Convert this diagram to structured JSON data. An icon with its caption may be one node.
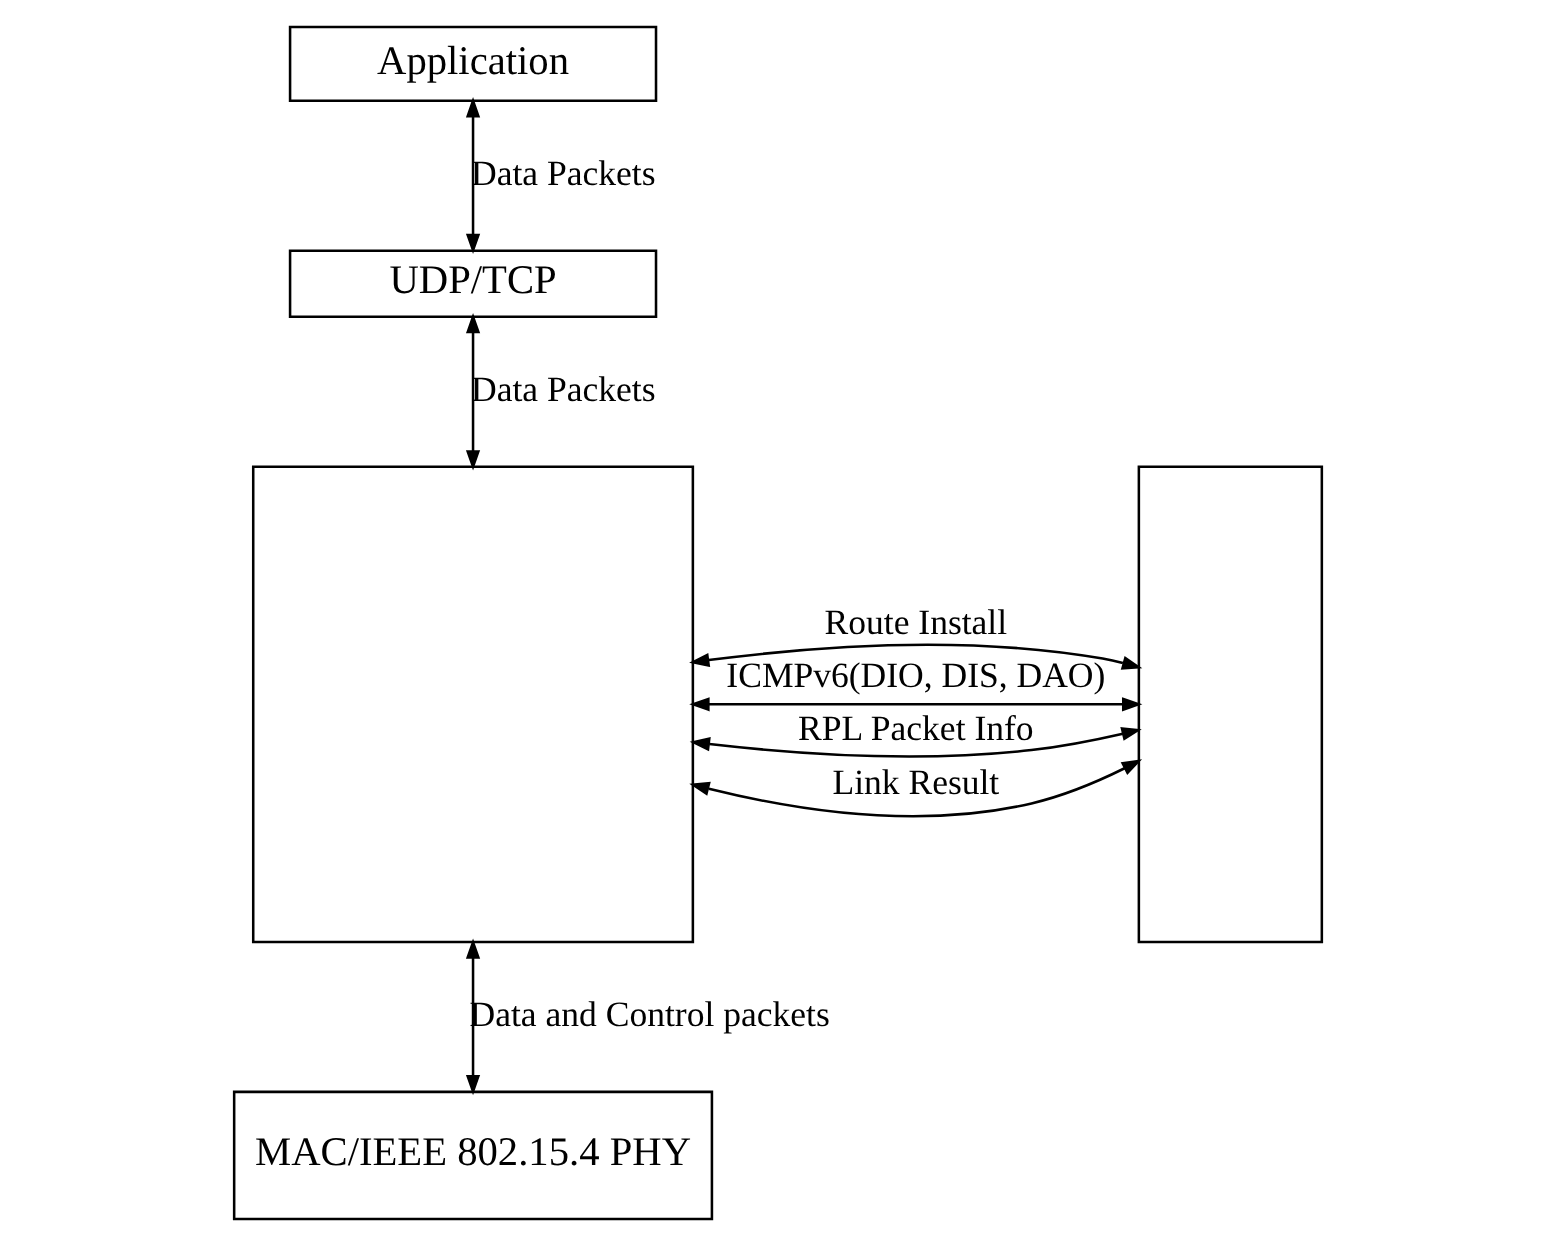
{
  "diagram": {
    "nodes": [
      {
        "text": [
          "Application"
        ]
      },
      {
        "text": [
          "UDP/TCP"
        ]
      },
      {
        "text": [],
        "shape": "box"
      },
      {
        "text": [],
        "shape": "box"
      },
      {
        "text": [
          "MAC/IEEE 802.15.4 PHY"
        ]
      }
    ],
    "edges": [
      {
        "from": 0,
        "to": 1,
        "arrow": "both",
        "label": "Data Packets"
      },
      {
        "from": 1,
        "to": 2,
        "arrow": "both",
        "label": "Data Packets"
      },
      {
        "from": 2,
        "to": 3,
        "arrow": "both",
        "label": "ICMPv6(DIO, DIS, DAO)"
      },
      {
        "from": 2,
        "to": 3,
        "arrow": "both",
        "label": "RPL Packet Info"
      },
      {
        "from": 2,
        "to": 3,
        "arrow": "both",
        "label": "Link Result"
      },
      {
        "from": 2,
        "to": 3,
        "arrow": "both",
        "label": "Route Install"
      },
      {
        "from": 2,
        "to": 4,
        "arrow": "both",
        "label": "Data and Control packets"
      }
    ]
  }
}
